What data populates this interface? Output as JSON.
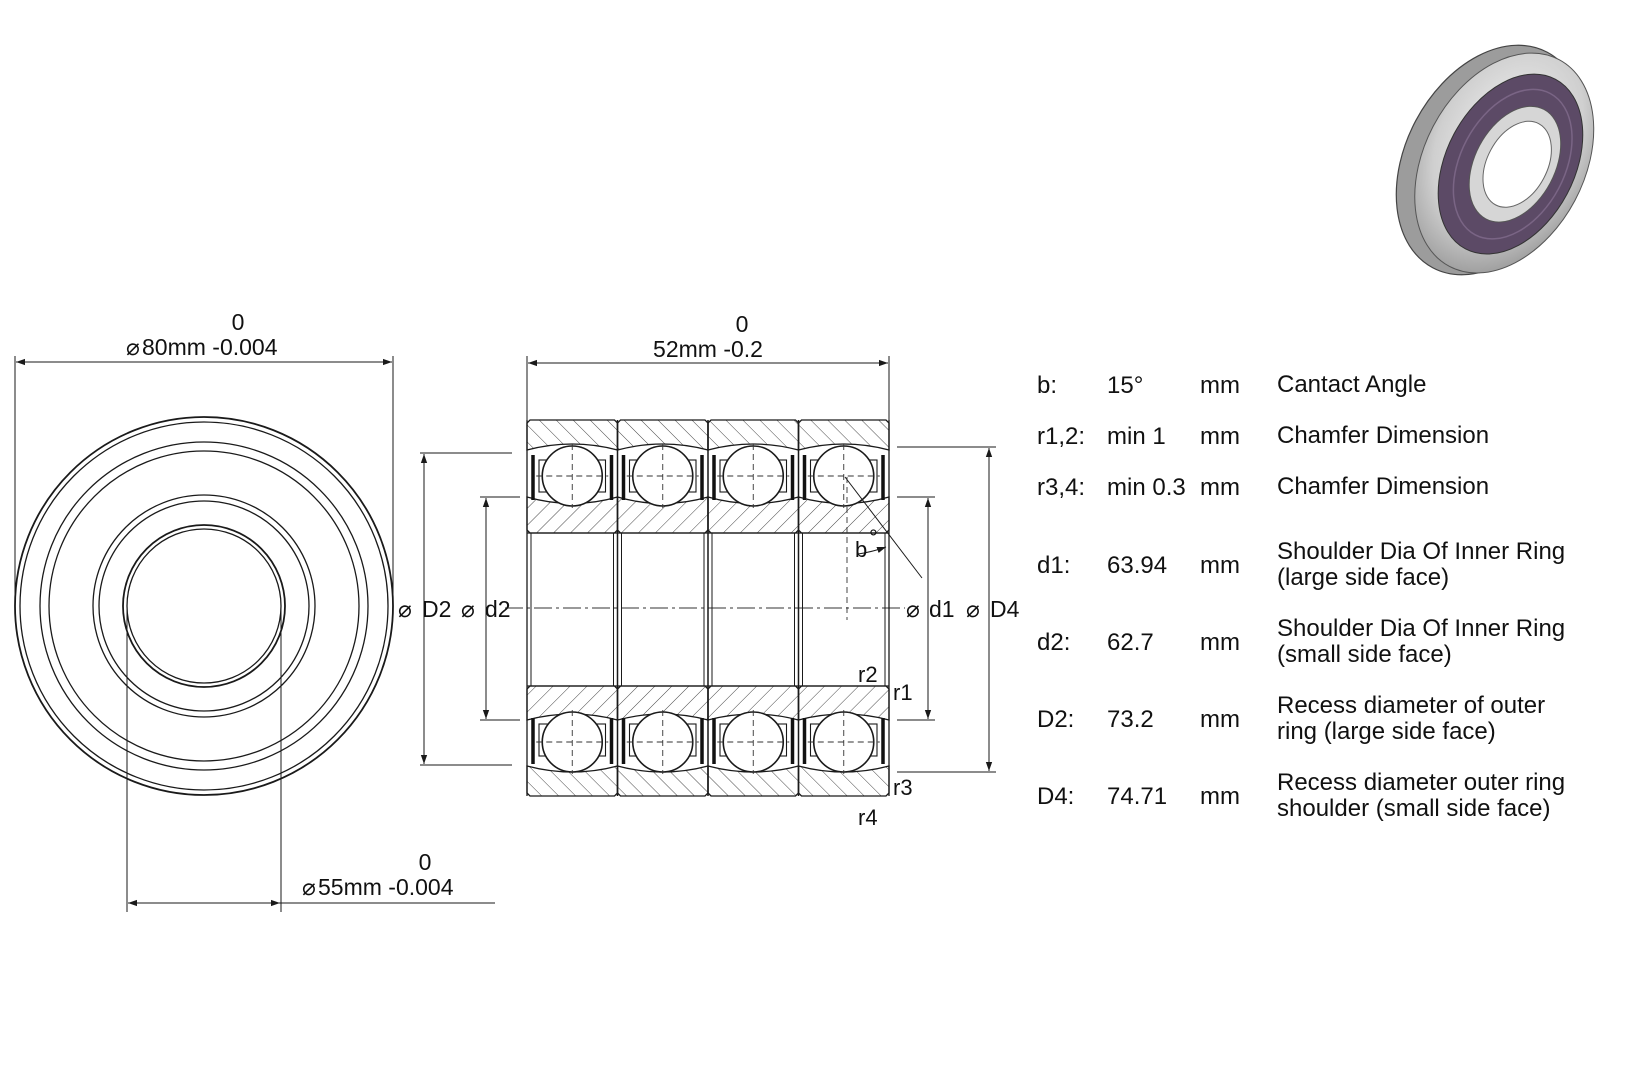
{
  "dimensions": {
    "outer_dia": {
      "tol_upper": "0",
      "label": "80mm -0.004",
      "symbol": "⌀"
    },
    "width": {
      "tol_upper": "0",
      "label": "52mm -0.2"
    },
    "bore_dia": {
      "tol_upper": "0",
      "label": "55mm -0.004",
      "symbol": "⌀"
    }
  },
  "section_labels": {
    "D2": "D2",
    "d2": "d2",
    "d1": "d1",
    "D4": "D4",
    "r1": "r1",
    "r2": "r2",
    "r3": "r3",
    "r4": "r4",
    "b": "b",
    "deg": "°",
    "phi": "⌀"
  },
  "specs": [
    {
      "key": "b:",
      "value": "15°",
      "unit": "mm",
      "desc": [
        "Cantact Angle"
      ]
    },
    {
      "key": "r1,2:",
      "value": "min 1",
      "unit": "mm",
      "desc": [
        "Chamfer Dimension"
      ]
    },
    {
      "key": "r3,4:",
      "value": "min 0.3",
      "unit": "mm",
      "desc": [
        "Chamfer Dimension"
      ]
    },
    {
      "key": "d1:",
      "value": "63.94",
      "unit": "mm",
      "desc": [
        "Shoulder Dia Of Inner Ring",
        "(large side face)"
      ]
    },
    {
      "key": "d2:",
      "value": "62.7",
      "unit": "mm",
      "desc": [
        "Shoulder Dia Of Inner Ring",
        "(small side face)"
      ]
    },
    {
      "key": "D2:",
      "value": "73.2",
      "unit": "mm",
      "desc": [
        "Recess diameter of outer",
        "ring (large side face)"
      ]
    },
    {
      "key": "D4:",
      "value": "74.71",
      "unit": "mm",
      "desc": [
        "Recess diameter outer ring",
        "shoulder (small side face)"
      ]
    }
  ],
  "colors": {
    "line": "#1a1a1a",
    "seal": "#5c4a66",
    "metal": "#c8c8c8"
  }
}
